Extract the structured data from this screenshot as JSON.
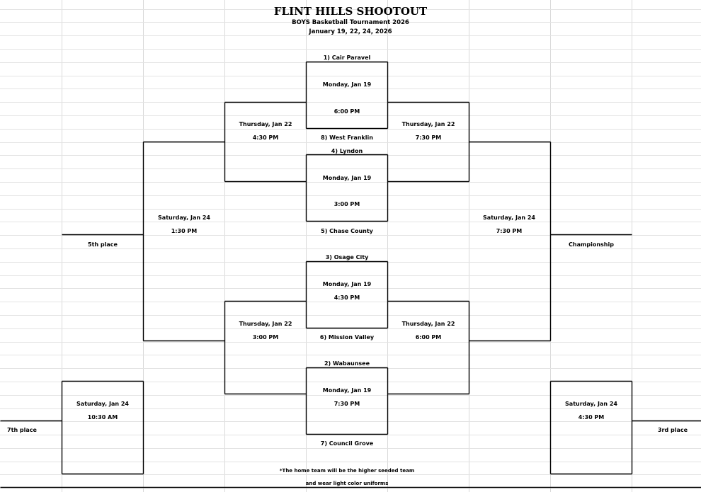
{
  "header": {
    "title": "FLINT HILLS SHOOTOUT",
    "subtitle": "BOYS Basketball  Tournament 2026",
    "dates": "January 19, 22, 24,  2026"
  },
  "teams": {
    "seed1": "1) Cair Paravel",
    "seed8": "8) West Franklin",
    "seed4": "4) Lyndon",
    "seed5": "5) Chase County",
    "seed3": "3) Osage City",
    "seed6": "6) Mission Valley",
    "seed2": "2) Wabaunsee",
    "seed7": "7) Council Grove"
  },
  "games": {
    "g1": {
      "day": "Monday, Jan 19",
      "time": "6:00 PM"
    },
    "g2": {
      "day": "Monday, Jan 19",
      "time": "3:00 PM"
    },
    "g3": {
      "day": "Monday, Jan 19",
      "time": "4:30 PM"
    },
    "g4": {
      "day": "Monday, Jan 19",
      "time": "7:30 PM"
    },
    "cons_top": {
      "day": "Thursday, Jan 22",
      "time": "4:30 PM"
    },
    "semi_top": {
      "day": "Thursday, Jan 22",
      "time": "7:30 PM"
    },
    "cons_bot": {
      "day": "Thursday, Jan 22",
      "time": "3:00 PM"
    },
    "semi_bot": {
      "day": "Thursday, Jan 22",
      "time": "6:00 PM"
    },
    "fifth": {
      "day": "Saturday, Jan 24",
      "time": "1:30 PM"
    },
    "champ": {
      "day": "Saturday, Jan 24",
      "time": "7:30 PM"
    },
    "seventh": {
      "day": "Saturday, Jan 24",
      "time": "10:30 AM"
    },
    "third": {
      "day": "Saturday, Jan 24",
      "time": "4:30 PM"
    }
  },
  "places": {
    "fifth": "5th place",
    "championship": "Championship",
    "seventh": "7th place",
    "third": "3rd place"
  },
  "note": {
    "line1": "*The home team will be the higher seeded team",
    "line2": "and wear light color uniforms"
  }
}
